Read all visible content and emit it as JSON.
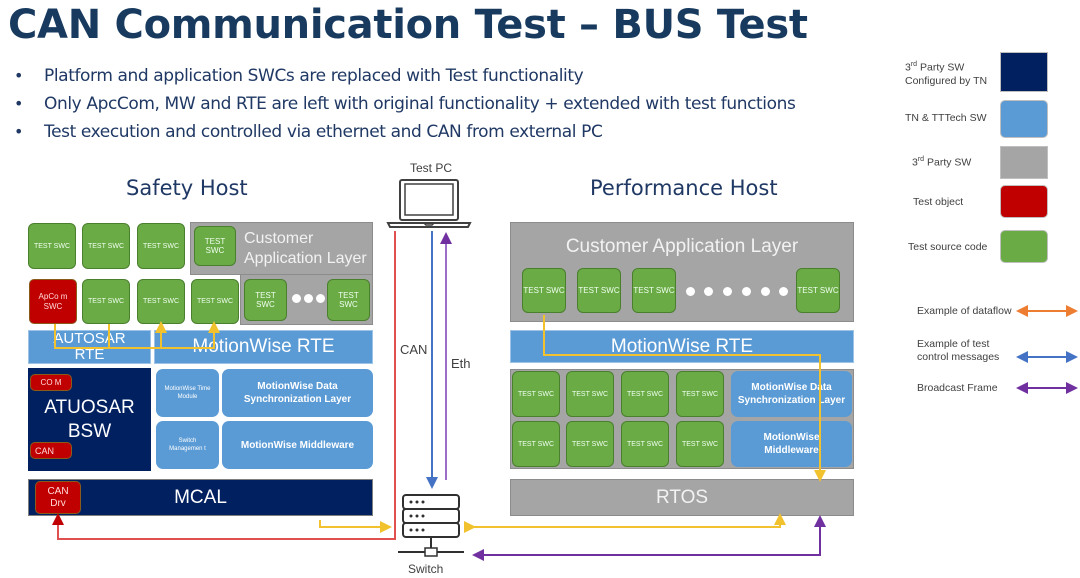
{
  "title": "CAN Communication Test – BUS Test",
  "bullets": [
    "Platform and application SWCs are replaced with Test functionality",
    "Only ApcCom, MW and RTE are left with original functionality + extended with test functions",
    "Test execution and controlled via ethernet and CAN from external PC"
  ],
  "safety_host": {
    "title": "Safety Host",
    "test_swc_label": "TEST SWC",
    "apcom_label": "ApCo m SWC",
    "customer_app_layer": "Customer Application Layer",
    "autosar_rte": "AUTOSAR RTE",
    "motionwise_rte": "MotionWise RTE",
    "bsw_label": "ATUOSAR BSW",
    "com_label": "CO M",
    "can_label": "CAN",
    "time_module": "MotionWise Time Module",
    "switch_management": "Switch Managemen t",
    "data_sync": "MotionWise Data Synchronization Layer",
    "middleware": "MotionWise Middleware",
    "mcal": "MCAL",
    "can_drv": "CAN Drv"
  },
  "test_pc": {
    "label": "Test PC",
    "can_line_label": "CAN",
    "eth_line_label": "Eth",
    "icon": "laptop-icon"
  },
  "switch": {
    "label": "Switch",
    "icon": "server-switch-icon"
  },
  "performance_host": {
    "title": "Performance Host",
    "customer_app_layer": "Customer Application Layer",
    "test_swc_label": "TEST SWC",
    "motionwise_rte": "MotionWise RTE",
    "data_sync": "MotionWise Data Synchronization Layer",
    "middleware": "MotionWise Middleware",
    "rtos": "RTOS"
  },
  "legend": {
    "boxes": [
      {
        "label_sup": "rd",
        "label_pre": "3",
        "label": " Party SW",
        "label2": "Configured by TN",
        "color": "#002060"
      },
      {
        "label": "TN & TTTech SW",
        "color": "#5b9bd5"
      },
      {
        "label_sup": "rd",
        "label_pre": "3",
        "label": " Party SW",
        "color": "#a5a5a5"
      },
      {
        "label": "Test object",
        "color": "#c00000"
      },
      {
        "label": "Test source code",
        "color": "#6aab45"
      }
    ],
    "arrows": [
      {
        "label": "Example of dataflow",
        "color": "#ed7d31"
      },
      {
        "label": "Example of test control messages",
        "color": "#4472c4"
      },
      {
        "label": "Broadcast Frame",
        "color": "#7030a0"
      }
    ]
  },
  "colors": {
    "navy": "#002060",
    "light_blue": "#5b9bd5",
    "grey": "#a5a5a5",
    "red": "#c00000",
    "green": "#6aab45",
    "dataflow_yellow": "#f2c12e",
    "can_red": "#e05050",
    "control_blue": "#4472c4",
    "broadcast_purple": "#7030a0"
  }
}
